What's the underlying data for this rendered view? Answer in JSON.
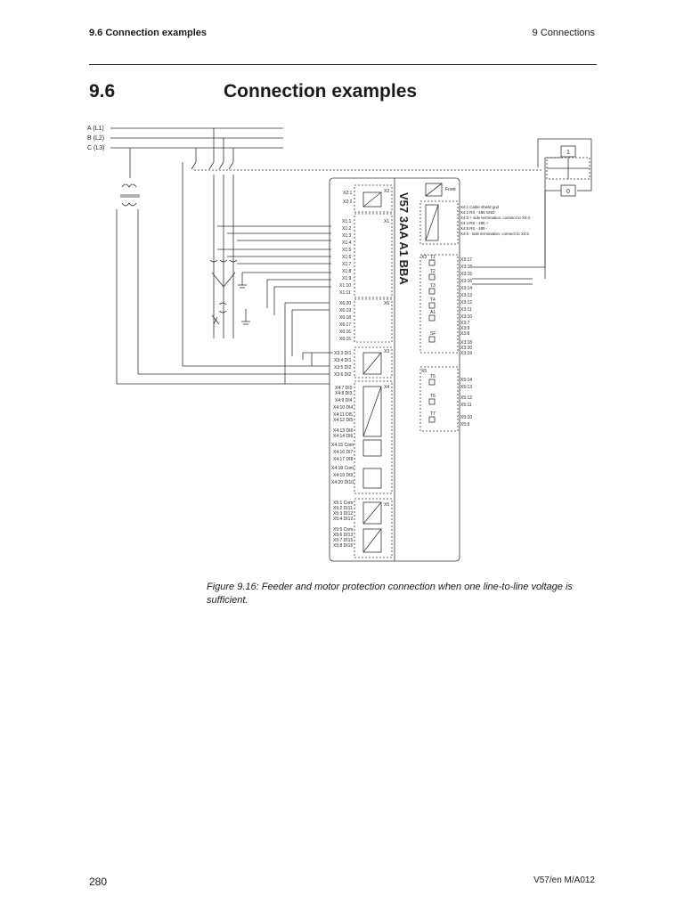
{
  "header": {
    "section_label": "9.6  Connection examples",
    "chapter_label": "9  Connections"
  },
  "section": {
    "number": "9.6",
    "title": "Connection examples"
  },
  "diagram": {
    "device_name": "V57 3AA A1 BBA",
    "phase_labels": [
      "A (L1)",
      "B (L2)",
      "C (L3)"
    ],
    "front_label": "Front",
    "x2_terminals": [
      "X2:1",
      "X2:2"
    ],
    "x1_terminals": [
      "X1:1",
      "X1:2",
      "X1:3",
      "X1:4",
      "X1:5",
      "X1:6",
      "X1:7",
      "X1:8",
      "X1:9",
      "X1:10",
      "X1:11"
    ],
    "x6_terminals": [
      "X6:20",
      "X6:19",
      "X6:18",
      "X6:17",
      "X6:16",
      "X6:15"
    ],
    "x3_inputs": [
      "X3:3 DI1",
      "X3:4 DI1",
      "X3:5 DI2",
      "X3:6 DI2"
    ],
    "x4_inputs": [
      "X4:7 DI3",
      "X4:8 DI3",
      "X4:9 DI4",
      "X4:10 DI4",
      "X4:11 DI5",
      "X4:12 DI5",
      "X4:13 DI6",
      "X4:14 DI6",
      "X4:15 Com",
      "X4:16 DI7",
      "X4:17 DI8",
      "X4:18 Com",
      "X4:19 DI9",
      "X4:20 DI10"
    ],
    "x5_inputs": [
      "X5:1 Com",
      "X5:2 DI11",
      "X5:3 DI12",
      "X5:4 DI12",
      "X5:5 Com",
      "X5:6 DI13",
      "X5:7 DI15",
      "X5:8 DI16"
    ],
    "x4_comm": [
      "X4:1  Cable shield gnd",
      "X4:2  RS - 485 GND",
      "X4:3  + side termination, connect to X4:4",
      "X4:4  RS - 485 +",
      "X4:5  RS - 485 -",
      "X4:6  - side termination, connect to X4:5"
    ],
    "x3_outputs": [
      "X3:17",
      "X3:18",
      "X3:15",
      "X3:16",
      "X3:14",
      "X3:13",
      "X3:12",
      "X3:11",
      "X3:10",
      "X3:7",
      "X3:9",
      "X3:8",
      "X3:18",
      "X3:20",
      "X3:19"
    ],
    "x5_outputs": [
      "X5:14",
      "X5:13",
      "X5:12",
      "X5:11",
      "X5:10",
      "X5:9"
    ],
    "relay_labels": [
      "T1",
      "T2",
      "T3",
      "T4",
      "A1",
      "SF",
      "T5",
      "T6",
      "T7"
    ],
    "connector_labels": [
      "X2",
      "X1",
      "X6",
      "X3",
      "X4",
      "X5",
      "X3",
      "X5"
    ],
    "aux_box_labels": [
      "1",
      "0"
    ]
  },
  "caption": "Figure 9.16: Feeder and motor protection connection when one line-to-line voltage is sufficient.",
  "footer": {
    "page_number": "280",
    "document_code": "V57/en M/A012"
  }
}
